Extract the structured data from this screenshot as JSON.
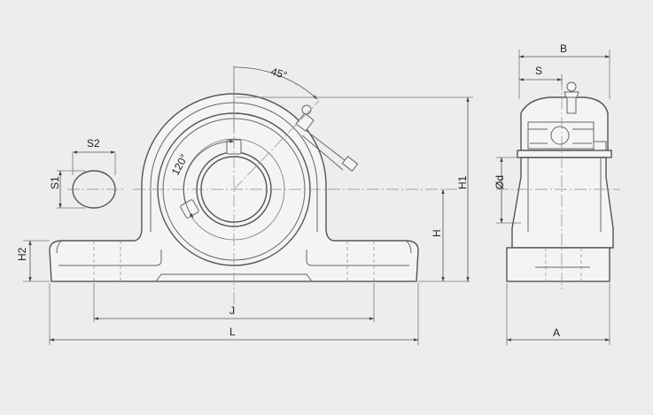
{
  "labels": {
    "angle_45": "45°",
    "angle_120": "120°",
    "S2": "S2",
    "S1": "S1",
    "H2": "H2",
    "H": "H",
    "H1": "H1",
    "J": "J",
    "L": "L",
    "B": "B",
    "S": "S",
    "d": "Ød",
    "A": "A"
  },
  "colors": {
    "background": "#ededed",
    "line": "#555555",
    "part_fill": "#f4f4f4"
  }
}
